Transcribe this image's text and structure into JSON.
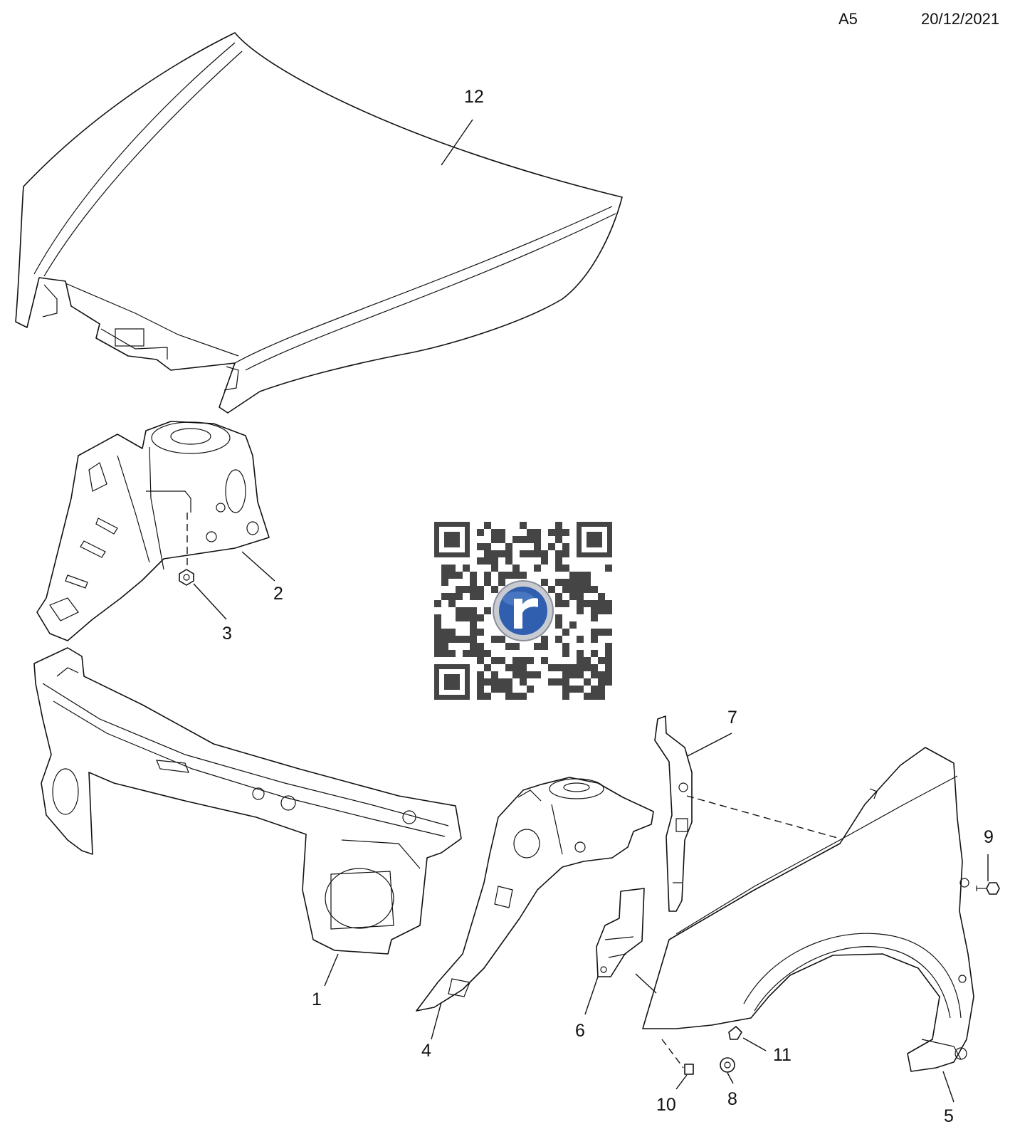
{
  "header": {
    "page_code": "A5",
    "date": "20/12/2021"
  },
  "callouts": [
    {
      "id": "1",
      "label": "1"
    },
    {
      "id": "2",
      "label": "2"
    },
    {
      "id": "3",
      "label": "3"
    },
    {
      "id": "4",
      "label": "4"
    },
    {
      "id": "5",
      "label": "5"
    },
    {
      "id": "6",
      "label": "6"
    },
    {
      "id": "7",
      "label": "7"
    },
    {
      "id": "8",
      "label": "8"
    },
    {
      "id": "9",
      "label": "9"
    },
    {
      "id": "10",
      "label": "10"
    },
    {
      "id": "11",
      "label": "11"
    },
    {
      "id": "12",
      "label": "12"
    }
  ],
  "logo": {
    "icon": "r-logo-icon",
    "colors": {
      "ring": "#c8ccd2",
      "disc": "#2f5fae",
      "glyph": "#ffffff",
      "qr": "#454545"
    }
  }
}
